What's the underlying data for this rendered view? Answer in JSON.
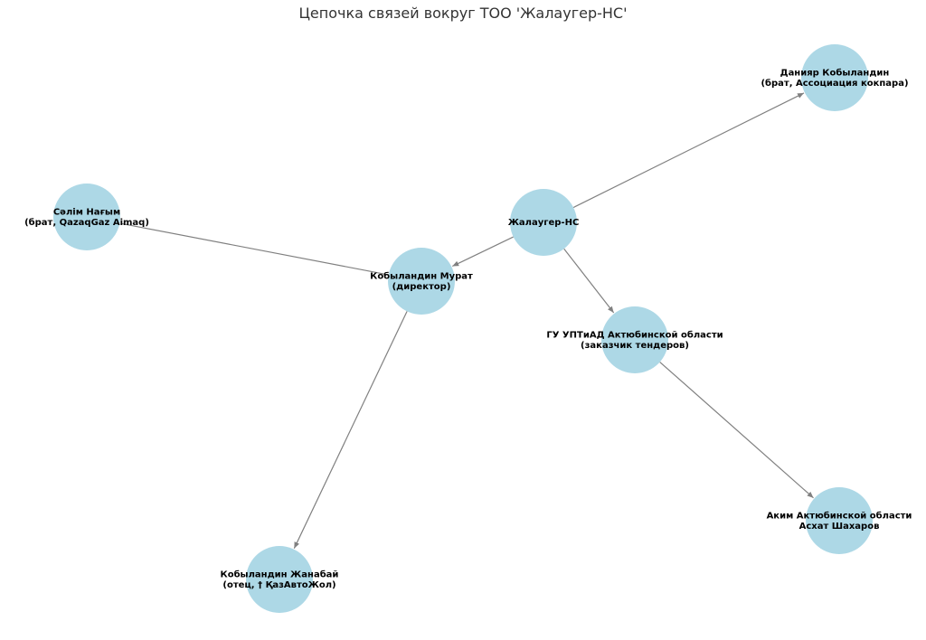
{
  "title": "Цепочка связей вокруг ТОО 'Жалаугер-НС'",
  "colors": {
    "node_fill": "#add8e6",
    "edge": "#808080",
    "text": "#000000",
    "title": "#333333"
  },
  "nodes": [
    {
      "id": "jalauger",
      "lines": [
        "Жалаугер-НС"
      ]
    },
    {
      "id": "murat",
      "lines": [
        "Кобыландин Мурат",
        "(директор)"
      ]
    },
    {
      "id": "daniyar",
      "lines": [
        "Данияр Кобыландин",
        "(брат, Ассоциация кокпара)"
      ]
    },
    {
      "id": "salim",
      "lines": [
        "Сәлім Нағым",
        "(брат, QazaqGaz Aimaq)"
      ]
    },
    {
      "id": "gu",
      "lines": [
        "ГУ УПТиАД Актюбинской области",
        "(заказчик тендеров)"
      ]
    },
    {
      "id": "zhanabay",
      "lines": [
        "Кобыландин Жанабай",
        "(отец, † ҚазАвтоЖол)"
      ]
    },
    {
      "id": "akim",
      "lines": [
        "Аким Актюбинской области",
        "Асхат Шахаров"
      ]
    }
  ],
  "edges": [
    {
      "from": "jalauger",
      "to": "daniyar",
      "arrow": true
    },
    {
      "from": "jalauger",
      "to": "murat",
      "arrow": true
    },
    {
      "from": "jalauger",
      "to": "gu",
      "arrow": true
    },
    {
      "from": "murat",
      "to": "salim",
      "arrow": false
    },
    {
      "from": "murat",
      "to": "zhanabay",
      "arrow": true
    },
    {
      "from": "gu",
      "to": "akim",
      "arrow": true
    }
  ]
}
